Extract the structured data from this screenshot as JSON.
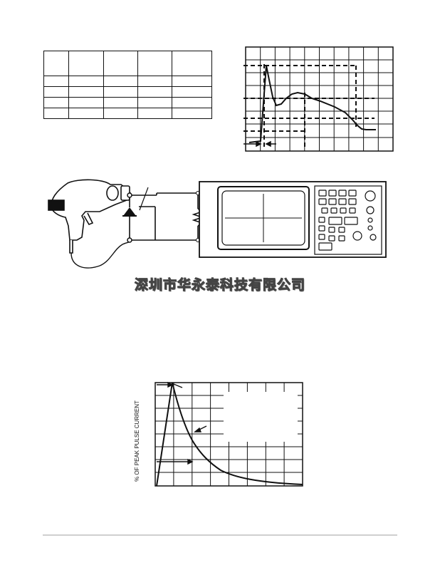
{
  "watermark": {
    "text": "深圳市华永泰科技有限公司"
  },
  "pulse_chart": {
    "ylabel": "% OF PEAK PULSE CURRENT"
  },
  "spec_table": {
    "rows": 4,
    "columns": 5
  }
}
